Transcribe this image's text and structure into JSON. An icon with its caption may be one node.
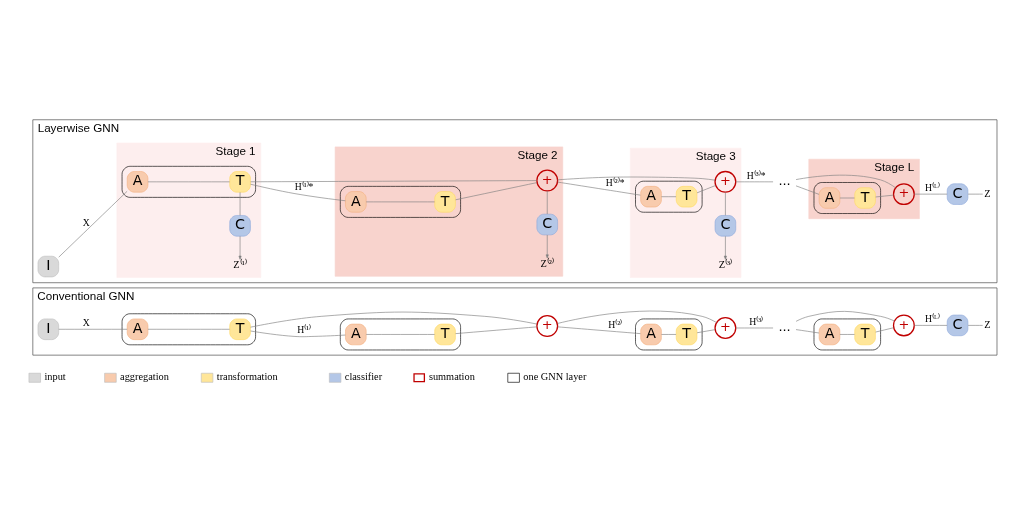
{
  "diagram": {
    "nodes": [
      {
        "text": [
          "Conventional GNN"
        ]
      },
      {
        "text": [
          "I"
        ],
        "in": 0
      },
      {
        "text": [],
        "shape": "box",
        "in": 0
      },
      {
        "text": [
          "A"
        ],
        "in": 2
      },
      {
        "text": [
          "T"
        ],
        "in": 2
      },
      {
        "text": [],
        "shape": "box",
        "in": 0
      },
      {
        "text": [
          "A"
        ],
        "in": 5
      },
      {
        "text": [
          "T"
        ],
        "in": 5
      },
      {
        "text": [
          "+"
        ],
        "in": 0
      },
      {
        "text": [],
        "shape": "box",
        "in": 0
      },
      {
        "text": [
          "A"
        ],
        "in": 9
      },
      {
        "text": [
          "T"
        ],
        "in": 9
      },
      {
        "text": [
          "+"
        ],
        "in": 0
      },
      {
        "text": [
          "..."
        ],
        "in": 0
      },
      {
        "text": [],
        "shape": "box",
        "in": 0
      },
      {
        "text": [
          "A"
        ],
        "in": 14
      },
      {
        "text": [
          "T"
        ],
        "in": 14
      },
      {
        "text": [
          "+"
        ],
        "in": 0
      },
      {
        "text": [
          "C"
        ],
        "in": 0
      },
      {
        "text": [
          "Layerwise GNN"
        ]
      },
      {
        "text": [
          "I"
        ],
        "in": 19
      },
      {
        "text": [
          "Stage 1"
        ],
        "in": 19
      },
      {
        "text": [],
        "shape": "box",
        "in": 21
      },
      {
        "text": [
          "A"
        ],
        "in": 22
      },
      {
        "text": [
          "T"
        ],
        "in": 22
      },
      {
        "text": [
          "C"
        ],
        "in": 21
      },
      {
        "text": [
          "Stage 2"
        ],
        "in": 19
      },
      {
        "text": [],
        "shape": "box",
        "in": 26
      },
      {
        "text": [
          "A"
        ],
        "in": 27
      },
      {
        "text": [
          "T"
        ],
        "in": 27
      },
      {
        "text": [
          "+"
        ],
        "in": 26
      },
      {
        "text": [
          "C"
        ],
        "in": 26
      },
      {
        "text": [
          "Stage 3"
        ],
        "in": 19
      },
      {
        "text": [],
        "shape": "box",
        "in": 32
      },
      {
        "text": [
          "A"
        ],
        "in": 33
      },
      {
        "text": [
          "T"
        ],
        "in": 33
      },
      {
        "text": [
          "+"
        ],
        "in": 32
      },
      {
        "text": [
          "C"
        ],
        "in": 32
      },
      {
        "text": [
          "..."
        ],
        "in": 19
      },
      {
        "text": [
          "Stage L"
        ],
        "in": 19
      },
      {
        "text": [],
        "shape": "box",
        "in": 39
      },
      {
        "text": [
          "A"
        ],
        "in": 40
      },
      {
        "text": [
          "T"
        ],
        "in": 40
      },
      {
        "text": [
          "+"
        ],
        "in": 39
      },
      {
        "text": [
          "C"
        ],
        "in": 19
      },
      {
        "text": [
          "Z"
        ],
        "in": 0
      },
      {
        "text": [
          "Z"
        ],
        "in": 19
      },
      {
        "text": [
          "Z⁽¹⁾"
        ],
        "in": 21
      },
      {
        "text": [
          "Z⁽²⁾"
        ],
        "in": 26
      },
      {
        "text": [
          "Z⁽³⁾"
        ],
        "in": 32
      }
    ],
    "edges": [
      {
        "from": 1,
        "to": 3,
        "arrow": "none",
        "label": "X"
      },
      {
        "from": 3,
        "to": 4,
        "arrow": "none"
      },
      {
        "from": 4,
        "to": 6,
        "arrow": "none",
        "label": "H⁽¹⁾"
      },
      {
        "from": 4,
        "to": 8,
        "arrow": "none"
      },
      {
        "from": 6,
        "to": 7,
        "arrow": "none"
      },
      {
        "from": 7,
        "to": 8,
        "arrow": "none"
      },
      {
        "from": 8,
        "to": 10,
        "arrow": "none",
        "label": "H⁽²⁾"
      },
      {
        "from": 8,
        "to": 12,
        "arrow": "none"
      },
      {
        "from": 10,
        "to": 11,
        "arrow": "none"
      },
      {
        "from": 11,
        "to": 12,
        "arrow": "none"
      },
      {
        "from": 12,
        "to": 13,
        "arrow": "none",
        "label": "H⁽³⁾"
      },
      {
        "from": 13,
        "to": 15,
        "arrow": "none"
      },
      {
        "from": 13,
        "to": 17,
        "arrow": "none"
      },
      {
        "from": 15,
        "to": 16,
        "arrow": "none"
      },
      {
        "from": 16,
        "to": 17,
        "arrow": "none"
      },
      {
        "from": 17,
        "to": 18,
        "arrow": "none",
        "label": "H⁽ᴸ⁾"
      },
      {
        "from": 18,
        "to": 45,
        "arrow": "none"
      },
      {
        "from": 20,
        "to": 23,
        "arrow": "none",
        "label": "X"
      },
      {
        "from": 23,
        "to": 24,
        "arrow": "none"
      },
      {
        "from": 24,
        "to": 28,
        "arrow": "none",
        "label": "H⁽¹⁾*"
      },
      {
        "from": 24,
        "to": 30,
        "arrow": "none"
      },
      {
        "from": 24,
        "to": 25,
        "arrow": "none"
      },
      {
        "from": 25,
        "to": 47,
        "arrow": "to"
      },
      {
        "from": 28,
        "to": 29,
        "arrow": "none"
      },
      {
        "from": 29,
        "to": 30,
        "arrow": "none"
      },
      {
        "from": 30,
        "to": 34,
        "arrow": "none",
        "label": "H⁽²⁾*"
      },
      {
        "from": 30,
        "to": 36,
        "arrow": "none"
      },
      {
        "from": 30,
        "to": 31,
        "arrow": "none"
      },
      {
        "from": 31,
        "to": 48,
        "arrow": "to"
      },
      {
        "from": 34,
        "to": 35,
        "arrow": "none"
      },
      {
        "from": 35,
        "to": 36,
        "arrow": "none"
      },
      {
        "from": 36,
        "to": 38,
        "arrow": "none",
        "label": "H⁽³⁾*"
      },
      {
        "from": 36,
        "to": 37,
        "arrow": "none"
      },
      {
        "from": 37,
        "to": 49,
        "arrow": "to"
      },
      {
        "from": 38,
        "to": 41,
        "arrow": "none"
      },
      {
        "from": 38,
        "to": 43,
        "arrow": "none"
      },
      {
        "from": 41,
        "to": 42,
        "arrow": "none"
      },
      {
        "from": 42,
        "to": 43,
        "arrow": "none"
      },
      {
        "from": 43,
        "to": 44,
        "arrow": "none",
        "label": "H⁽ᴸ⁾"
      },
      {
        "from": 44,
        "to": 46,
        "arrow": "none"
      }
    ],
    "legend": [
      {
        "text": "input",
        "color": "#d9d9d9"
      },
      {
        "text": "aggregation",
        "color": "#f8cbad"
      },
      {
        "text": "transformation",
        "color": "#ffe699"
      },
      {
        "text": "classifier",
        "color": "#b4c7e7"
      },
      {
        "text": "summation"
      },
      {
        "text": "one GNN layer"
      }
    ]
  }
}
